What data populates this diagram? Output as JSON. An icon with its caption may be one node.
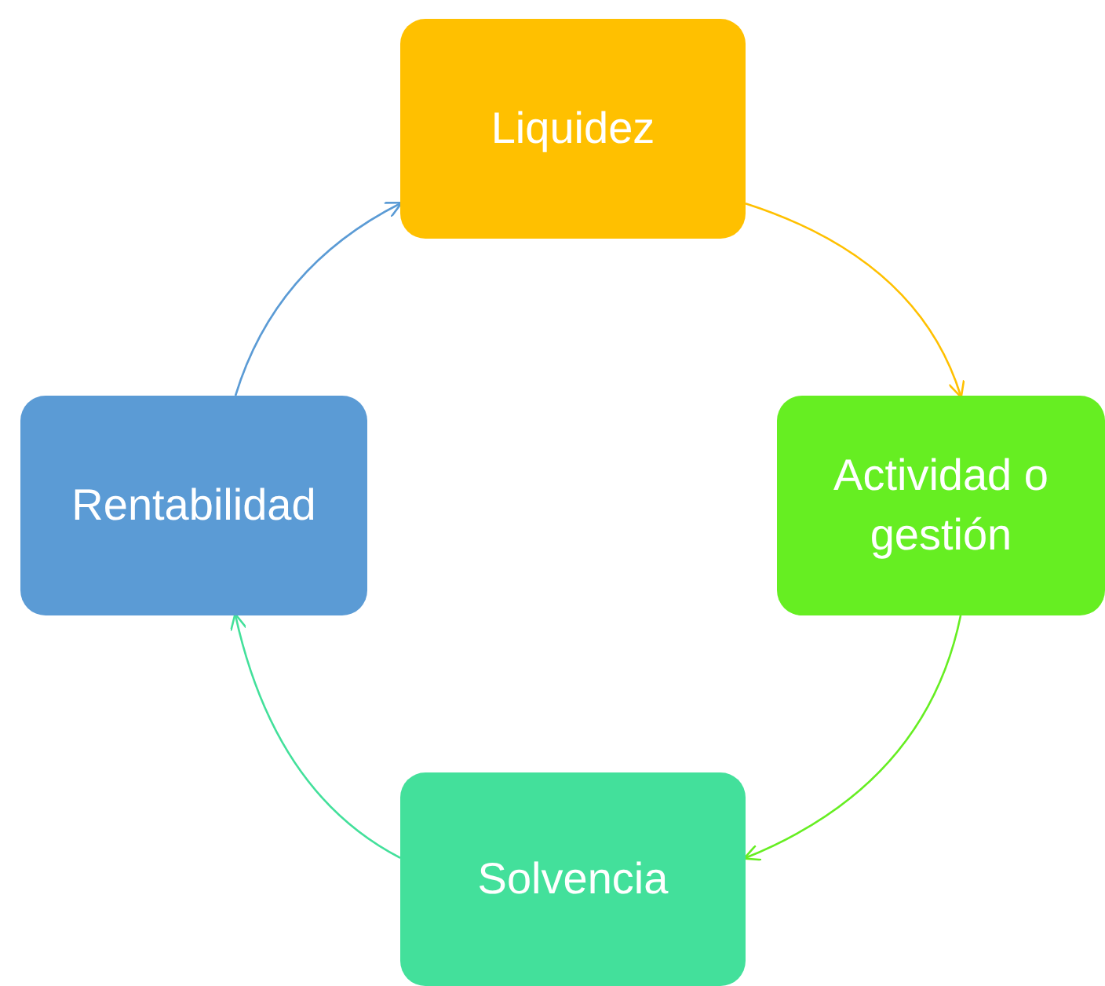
{
  "diagram": {
    "nodes": [
      {
        "text": [
          "Liquidez"
        ]
      },
      {
        "text": [
          "Actividad o gestión"
        ]
      },
      {
        "text": [
          "Solvencia"
        ]
      },
      {
        "text": [
          "Rentabilidad"
        ]
      }
    ],
    "edges": [
      {
        "from": 0,
        "to": 1,
        "arrow": "to",
        "color": "#ffc000"
      },
      {
        "from": 1,
        "to": 2,
        "arrow": "to",
        "color": "#66ee22"
      },
      {
        "from": 2,
        "to": 3,
        "arrow": "to",
        "color": "#43e09b"
      },
      {
        "from": 3,
        "to": 0,
        "arrow": "to",
        "color": "#5b9bd5"
      }
    ]
  }
}
